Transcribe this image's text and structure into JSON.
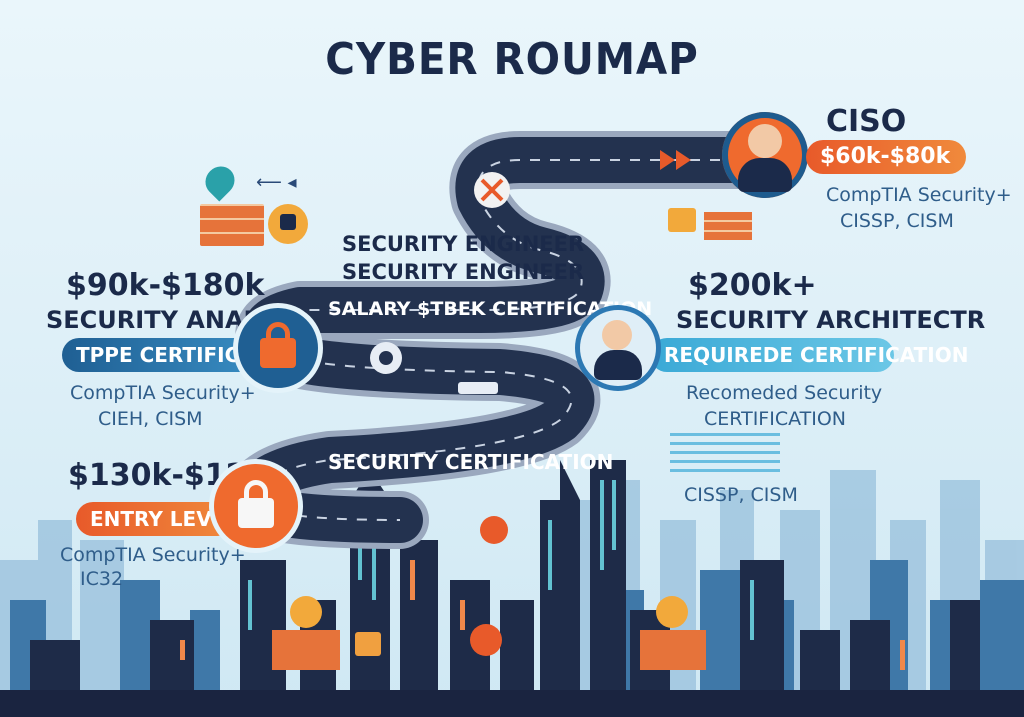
{
  "title": "CYBER ROUMAP",
  "ciso": {
    "role": "CISO",
    "salary": "$60k-$80k",
    "cert_line1": "CompTIA Security+",
    "cert_line2": "CISSP, CISM"
  },
  "security_engineer": {
    "line1": "SECURITY ENGINEER",
    "line2": "SECURITY ENGINEER",
    "road_label": "SALARY $TBEK CERTIFICATION"
  },
  "security_analyst": {
    "salary": "$90k-$180k",
    "role": "SECURITY ANALYST",
    "pill": "TPPE CERTIFICATIOE",
    "cert_line1": "CompTIA Security+",
    "cert_line2": "CIEH, CISM"
  },
  "security_architect": {
    "salary": "$200k+",
    "role": "SECURITY ARCHITECTR",
    "pill": "REQUIREDE CERTIFICATION",
    "cert_line1": "Recomeded Security",
    "cert_line2": "CERTIFICATION",
    "cert_line3": "CISSP, CISM"
  },
  "entry_level": {
    "salary": "$130k-$120k",
    "pill": "ENTRY LEVEL",
    "cert_line1": "CompTIA Security+",
    "cert_line2": "IC32"
  },
  "road": {
    "middle_label": "SECURITY CERTIFICATION"
  },
  "colors": {
    "navy": "#1b2a4a",
    "road": "#23324f",
    "orange": "#ef6a2e",
    "blue": "#2c78b3",
    "sky": "#e4f3fa"
  },
  "icons": [
    "lock-icon",
    "person-icon",
    "brick-wall-icon",
    "shield-icon",
    "camera-icon",
    "skyline"
  ]
}
